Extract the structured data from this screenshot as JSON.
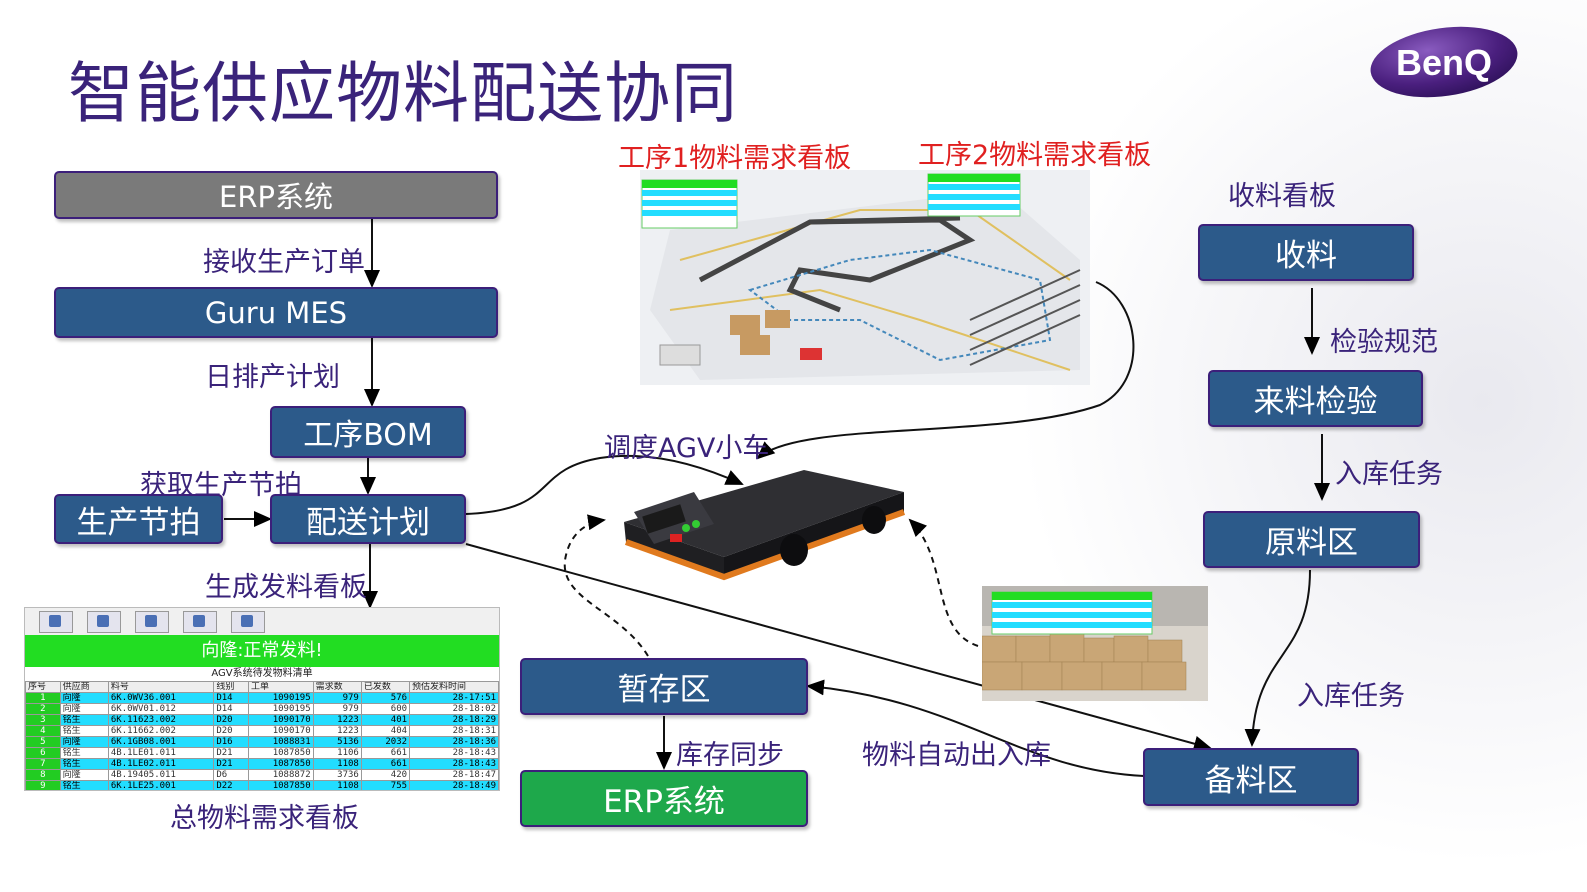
{
  "title": "智能供应物料配送协同",
  "logo_text": "BenQ",
  "boxes": {
    "erp_top": "ERP系统",
    "guru_mes": "Guru MES",
    "process_bom": "工序BOM",
    "production_beat": "生产节拍",
    "delivery_plan": "配送计划",
    "receiving": "收料",
    "incoming_inspection": "来料检验",
    "raw_material_area": "原料区",
    "staging_area": "暂存区",
    "erp_bottom": "ERP系统",
    "prep_area": "备料区"
  },
  "labels": {
    "receive_orders": "接收生产订单",
    "daily_schedule": "日排产计划",
    "get_beat": "获取生产节拍",
    "generate_kanban": "生成发料看板",
    "total_kanban": "总物料需求看板",
    "process1_kanban": "工序1物料需求看板",
    "process2_kanban": "工序2物料需求看板",
    "receiving_kanban": "收料看板",
    "inspection_spec": "检验规范",
    "storage_task_1": "入库任务",
    "storage_task_2": "入库任务",
    "dispatch_agv": "调度AGV小车",
    "inventory_sync": "库存同步",
    "auto_outbound": "物料自动出入库"
  },
  "kanban_table": {
    "header": "向隆:正常发料!",
    "subheader": "AGV系统待发物料清单",
    "columns": [
      "序号",
      "供应商",
      "料号",
      "线别",
      "工单",
      "需求数",
      "已发数",
      "预估发料时间"
    ],
    "rows": [
      [
        "1",
        "向隆",
        "6K.0WV36.001",
        "D14",
        "1090195",
        "979",
        "576",
        "28-17:51"
      ],
      [
        "2",
        "向隆",
        "6K.0WV01.012",
        "D14",
        "1090195",
        "979",
        "600",
        "28-18:02"
      ],
      [
        "3",
        "铭生",
        "6K.11623.002",
        "D20",
        "1090170",
        "1223",
        "401",
        "28-18:29"
      ],
      [
        "4",
        "铭生",
        "6K.11662.002",
        "D20",
        "1090170",
        "1223",
        "404",
        "28-18:31"
      ],
      [
        "5",
        "向隆",
        "6K.1GB08.001",
        "D16",
        "1088831",
        "5136",
        "2032",
        "28-18:36"
      ],
      [
        "6",
        "铭生",
        "4B.1LE01.011",
        "D21",
        "1087850",
        "1106",
        "661",
        "28-18:43"
      ],
      [
        "7",
        "铭生",
        "4B.1LE02.011",
        "D21",
        "1087850",
        "1108",
        "661",
        "28-18:43"
      ],
      [
        "8",
        "向隆",
        "4B.19405.011",
        "D6",
        "1088872",
        "3736",
        "420",
        "28-18:47"
      ],
      [
        "9",
        "铭生",
        "6K.1LE25.001",
        "D22",
        "1087850",
        "1108",
        "755",
        "28-18:49"
      ]
    ]
  },
  "colors": {
    "title": "#3a237a",
    "box_blue": "#2c5a8a",
    "box_gray": "#7a7a7a",
    "box_green": "#1ea84b",
    "box_border": "#3c1f7a",
    "label_red": "#e02020",
    "logo_purple": "#5b2a8c"
  }
}
